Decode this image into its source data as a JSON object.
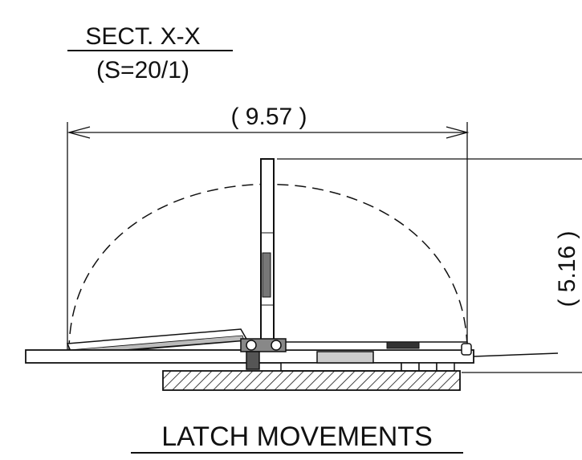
{
  "section": {
    "title": "SECT. X-X",
    "scale": "(S=20/1)"
  },
  "dimensions": {
    "width_value": "9.57",
    "height_value": "5.16"
  },
  "caption": "LATCH MOVEMENTS",
  "colors": {
    "ink": "#111111",
    "paper": "#ffffff"
  }
}
